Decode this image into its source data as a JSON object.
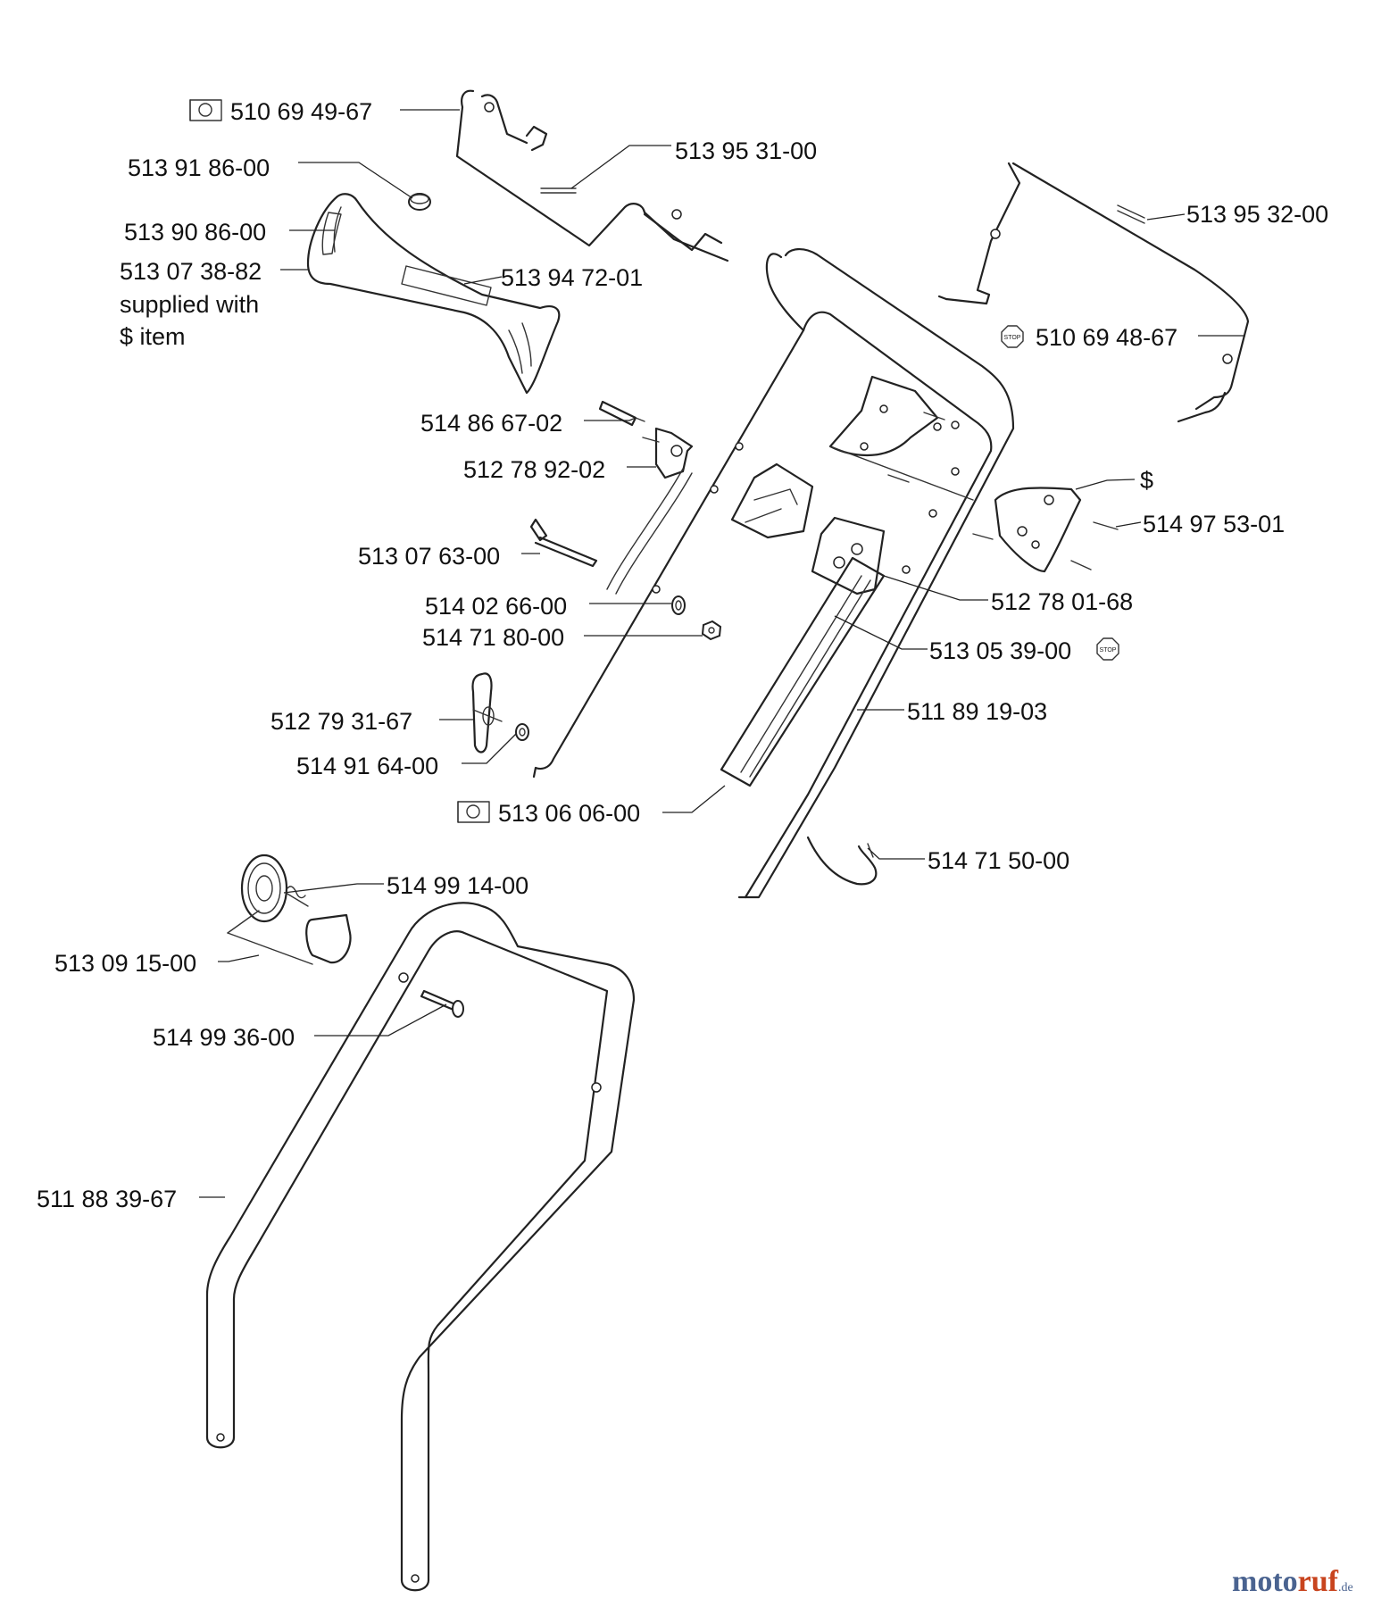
{
  "parts": [
    {
      "id": "p1",
      "label": "510 69 49-67",
      "marker": "gear"
    },
    {
      "id": "p2",
      "label": "513 95 31-00"
    },
    {
      "id": "p3",
      "label": "513 91 86-00"
    },
    {
      "id": "p4",
      "label": "513 90 86-00"
    },
    {
      "id": "p5",
      "label": "513 07 38-82"
    },
    {
      "id": "p5a",
      "label": "supplied with"
    },
    {
      "id": "p5b",
      "label": "$ item"
    },
    {
      "id": "p6",
      "label": "513 94 72-01"
    },
    {
      "id": "p7",
      "label": "513 95 32-00"
    },
    {
      "id": "p8",
      "label": "510 69 48-67",
      "marker": "stop"
    },
    {
      "id": "p9",
      "label": "514 86 67-02"
    },
    {
      "id": "p10",
      "label": "512 78 92-02"
    },
    {
      "id": "p11",
      "label": "$"
    },
    {
      "id": "p12",
      "label": "514 97 53-01"
    },
    {
      "id": "p13",
      "label": "513 07 63-00"
    },
    {
      "id": "p14",
      "label": "512 78 01-68"
    },
    {
      "id": "p15",
      "label": "514 02 66-00"
    },
    {
      "id": "p16",
      "label": "514 71 80-00"
    },
    {
      "id": "p17",
      "label": "513 05 39-00",
      "marker": "stop"
    },
    {
      "id": "p18",
      "label": "511 89 19-03"
    },
    {
      "id": "p19",
      "label": "512 79 31-67"
    },
    {
      "id": "p20",
      "label": "514 91 64-00"
    },
    {
      "id": "p21",
      "label": "513 06 06-00",
      "marker": "gear"
    },
    {
      "id": "p22",
      "label": "514 71 50-00"
    },
    {
      "id": "p23",
      "label": "514 99 14-00"
    },
    {
      "id": "p24",
      "label": "513 09 15-00"
    },
    {
      "id": "p25",
      "label": "514 99 36-00"
    },
    {
      "id": "p26",
      "label": "511 88 39-67"
    }
  ],
  "markers": {
    "stop_text": "STOP"
  },
  "watermark": {
    "part1": "moto",
    "part2": "ruf",
    "suffix": ".de"
  }
}
